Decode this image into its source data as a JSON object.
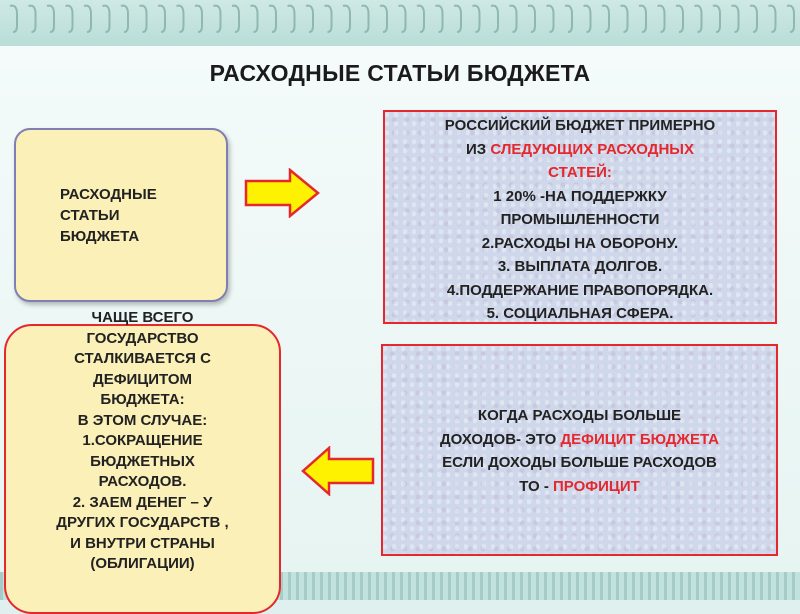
{
  "title": "РАСХОДНЫЕ СТАТЬИ БЮДЖЕТА",
  "budget_box": [
    "РАСХОДНЫЕ",
    "СТАТЬИ",
    "БЮДЖЕТА"
  ],
  "list_box": {
    "intro_line1": "РОССИЙСКИЙ  БЮДЖЕТ  ПРИМЕРНО",
    "intro_line2_prefix": "ИЗ ",
    "intro_line2_red": "СЛЕДУЮЩИХ РАСХОДНЫХ",
    "intro_line3_red": "СТАТЕЙ:",
    "items": [
      "1 20%  -НА  ПОДДЕРЖКУ",
      "ПРОМЫШЛЕННОСТИ",
      "2.РАСХОДЫ НА ОБОРОНУ.",
      "3. ВЫПЛАТА ДОЛГОВ.",
      "4.ПОДДЕРЖАНИЕ   ПРАВОПОРЯДКА.",
      "5. СОЦИАЛЬНАЯ СФЕРА."
    ]
  },
  "deficit_box": [
    "ЧАЩЕ ВСЕГО",
    "ГОСУДАРСТВО",
    "СТАЛКИВАЕТСЯ  С",
    "ДЕФИЦИТОМ",
    "БЮДЖЕТА:",
    "В ЭТОМ СЛУЧАЕ:",
    "1.СОКРАЩЕНИЕ",
    "БЮДЖЕТНЫХ",
    "РАСХОДОВ.",
    "2. ЗАЕМ ДЕНЕГ – У",
    "ДРУГИХ ГОСУДАРСТВ ,",
    "И ВНУТРИ СТРАНЫ",
    "(ОБЛИГАЦИИ)"
  ],
  "definition_box": {
    "line1": "КОГДА  РАСХОДЫ БОЛЬШЕ",
    "line2_prefix": "ДОХОДОВ- ЭТО ",
    "line2_red": "ДЕФИЦИТ БЮДЖЕТА",
    "line3": "ЕСЛИ ДОХОДЫ БОЛЬШЕ  РАСХОДОВ",
    "line4_prefix": "ТО - ",
    "line4_red": "ПРОФИЦИТ"
  },
  "colors": {
    "accent_red": "#e4282e",
    "box_yellow": "#fbf0b8",
    "arrow_fill": "#fff200",
    "arrow_stroke": "#e4282e"
  }
}
